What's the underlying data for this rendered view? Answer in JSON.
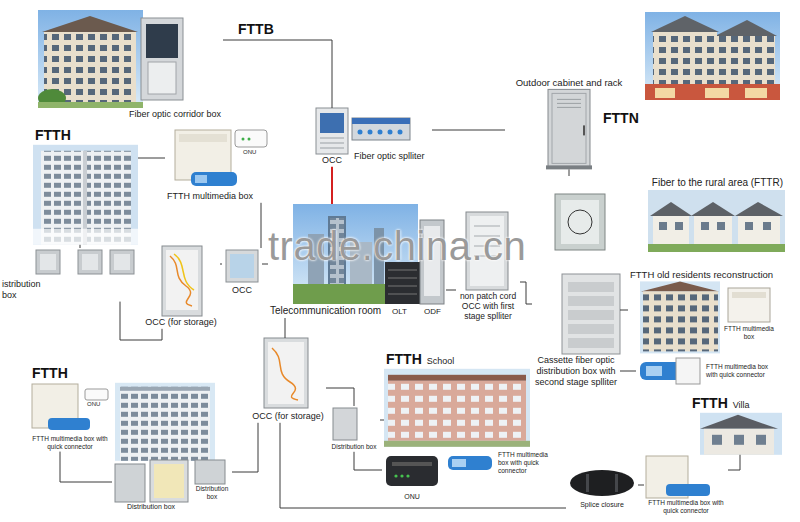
{
  "diagram": {
    "nodes": [
      {
        "text": [
          "Fiber optic corridor box"
        ]
      },
      {
        "text": [
          "OCC"
        ]
      },
      {
        "text": [
          "Fiber optic splliter"
        ]
      },
      {
        "text": [
          "Outdoor cabinet and rack"
        ]
      },
      {
        "text": [
          "Fiber to the rural area (FTTR)"
        ]
      },
      {
        "text": [
          "FTTH"
        ]
      },
      {
        "text": [
          "FTTH multimedia box"
        ]
      },
      {
        "text": [
          "istribution box"
        ]
      },
      {
        "text": [
          "OCC (for storage)"
        ]
      },
      {
        "text": [
          "OCC"
        ]
      },
      {
        "text": [
          "Telecommunication room"
        ]
      },
      {
        "text": [
          "non patch cord OCC with first stage splliter"
        ]
      },
      {
        "text": [
          "FTTH old residents reconstruction"
        ]
      },
      {
        "text": [
          "FTTH multimedia box"
        ],
        "in": 12
      },
      {
        "text": [
          "Cassette fiber optic distribution box with second stage splliter"
        ]
      },
      {
        "text": [
          "FTTH multimedia box with quick connector"
        ]
      },
      {
        "text": [
          "FTTH"
        ]
      },
      {
        "text": [
          "FTTH multimedia box with quick connector"
        ],
        "in": 16
      },
      {
        "text": [
          "Distribution box"
        ]
      },
      {
        "text": [
          "Distribution box"
        ]
      },
      {
        "text": [
          "OCC (for storage)"
        ]
      },
      {
        "text": [
          "Distribution box"
        ]
      },
      {
        "text": [
          "FTTH",
          "School"
        ]
      },
      {
        "text": [
          "ONU"
        ]
      },
      {
        "text": [
          "FTTH multimedia box with quick connector"
        ]
      },
      {
        "text": [
          "Splice closure"
        ]
      },
      {
        "text": [
          "FTTH multimedia box with quick connector"
        ]
      },
      {
        "text": [
          "FTTH",
          "Villa"
        ]
      }
    ],
    "edges": [
      {
        "from": 0,
        "to": 1,
        "label": "FTTB",
        "arrow": "none"
      },
      {
        "from": 2,
        "to": 3,
        "arrow": "none"
      },
      {
        "from": 1,
        "to": 10,
        "arrow": "none"
      },
      {
        "from": 3,
        "to": 4,
        "arrow": "none"
      },
      {
        "from": 10,
        "to": 9,
        "arrow": "none"
      },
      {
        "from": 9,
        "to": 8,
        "arrow": "none"
      },
      {
        "from": 8,
        "to": 7,
        "arrow": "none"
      },
      {
        "from": 9,
        "to": 6,
        "arrow": "none"
      },
      {
        "from": 6,
        "to": 5,
        "arrow": "none"
      },
      {
        "from": 7,
        "to": 5,
        "arrow": "none"
      },
      {
        "from": 10,
        "to": 11,
        "arrow": "none"
      },
      {
        "from": 11,
        "to": 14,
        "arrow": "none"
      },
      {
        "from": 14,
        "to": 12,
        "arrow": "none"
      },
      {
        "from": 14,
        "to": 15,
        "arrow": "none"
      },
      {
        "from": 10,
        "to": 20,
        "arrow": "none"
      },
      {
        "from": 20,
        "to": 21,
        "arrow": "none"
      },
      {
        "from": 21,
        "to": 22,
        "arrow": "none"
      },
      {
        "from": 21,
        "to": 23,
        "arrow": "none"
      },
      {
        "from": 20,
        "to": 19,
        "arrow": "none"
      },
      {
        "from": 18,
        "to": 17,
        "arrow": "none"
      },
      {
        "from": 20,
        "to": 25,
        "arrow": "none"
      },
      {
        "from": 25,
        "to": 26,
        "arrow": "none"
      },
      {
        "from": 26,
        "to": 27,
        "arrow": "none"
      }
    ],
    "labels": [
      "FTTN",
      "OLT",
      "ODF",
      "ONU",
      "ONU",
      "trade.china.cn"
    ]
  }
}
